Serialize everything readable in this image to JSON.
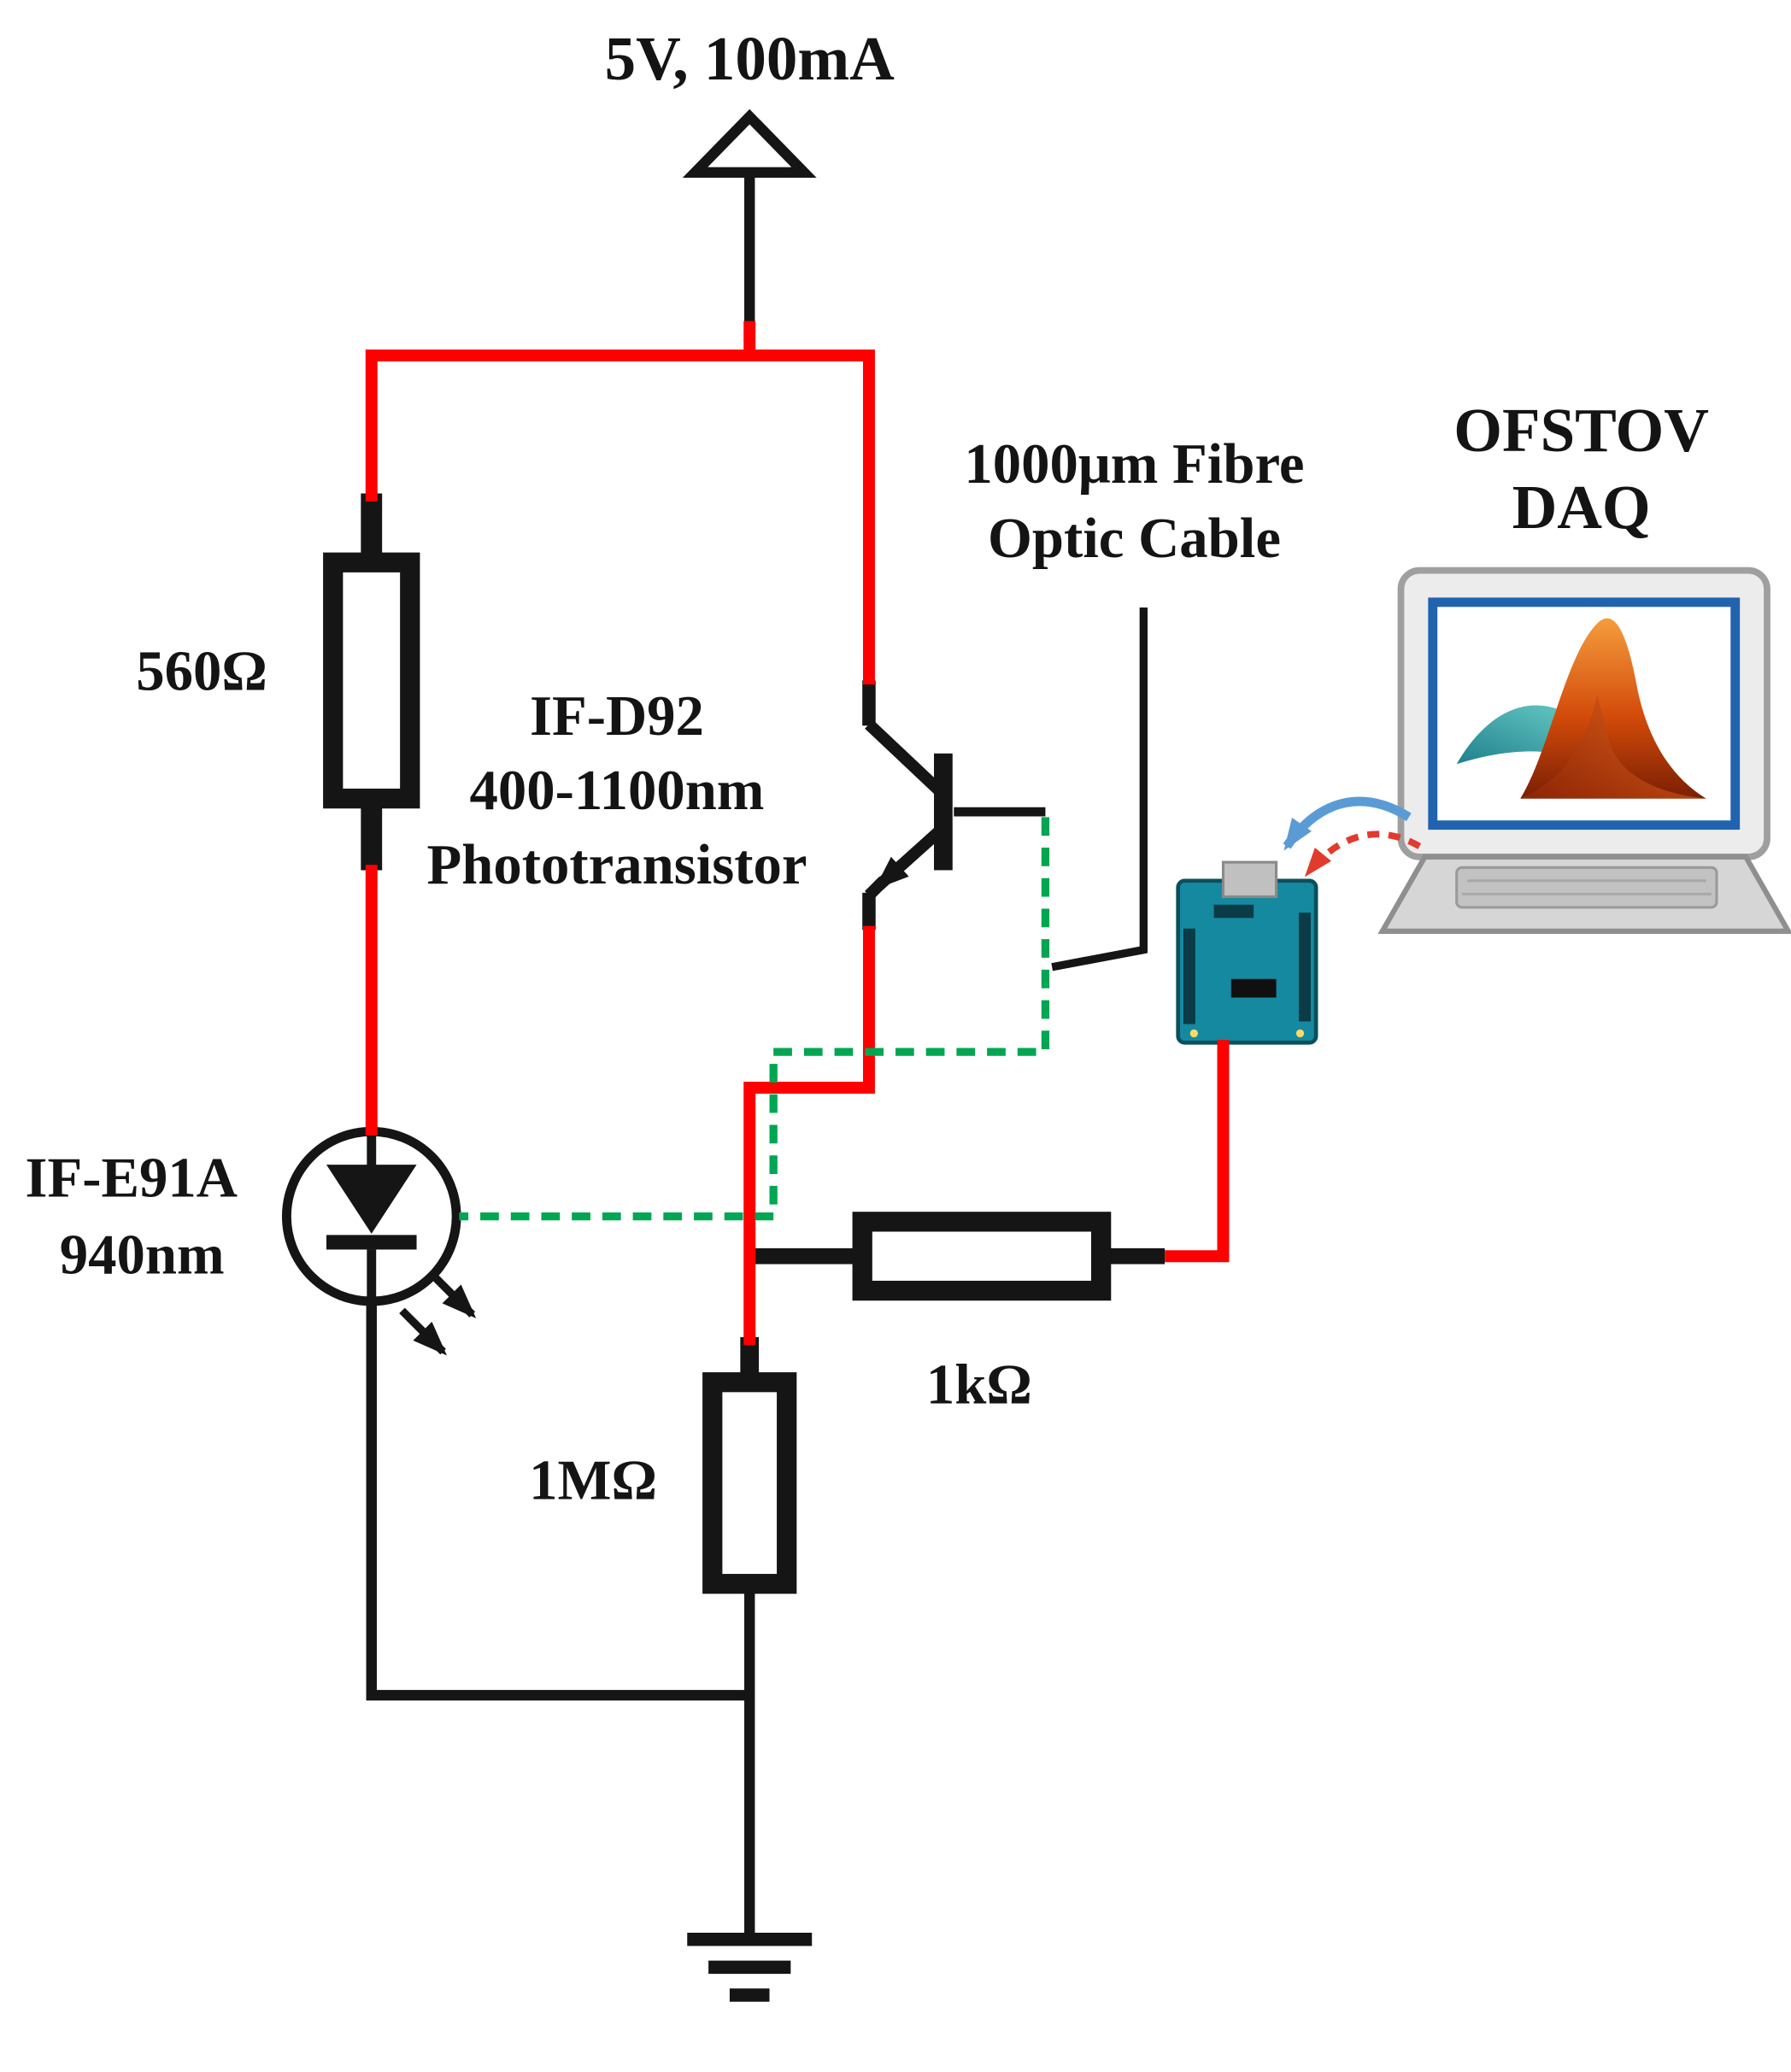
{
  "title": "Fibre-optic LED / phototransistor sensing circuit with Arduino DAQ",
  "colors": {
    "wire_red": "#fe0000",
    "wire_black": "#151515",
    "fibre_green": "#00a651",
    "arduino_teal": "#1589a0",
    "arduino_dark": "#0a3b46",
    "laptop_screen_border": "#2163ae",
    "matlab_orange": "#d24a0a",
    "matlab_teal": "#1d7f8c",
    "usb_blue": "#5b9bd5",
    "usb_red": "#e23b2e"
  },
  "labels": {
    "power": "5V, 100mA",
    "resistor_560": "560Ω",
    "resistor_1k": "1kΩ",
    "resistor_1m": "1MΩ",
    "led_line1": "IF-E91A",
    "led_line2": "940nm",
    "phototransistor_line1": "IF-D92",
    "phototransistor_line2": "400-1100nm",
    "phototransistor_line3": "Phototransistor",
    "fibre_line1": "1000μm Fibre",
    "fibre_line2": "Optic Cable",
    "daq_line1": "OFSTOV",
    "daq_line2": "DAQ"
  }
}
